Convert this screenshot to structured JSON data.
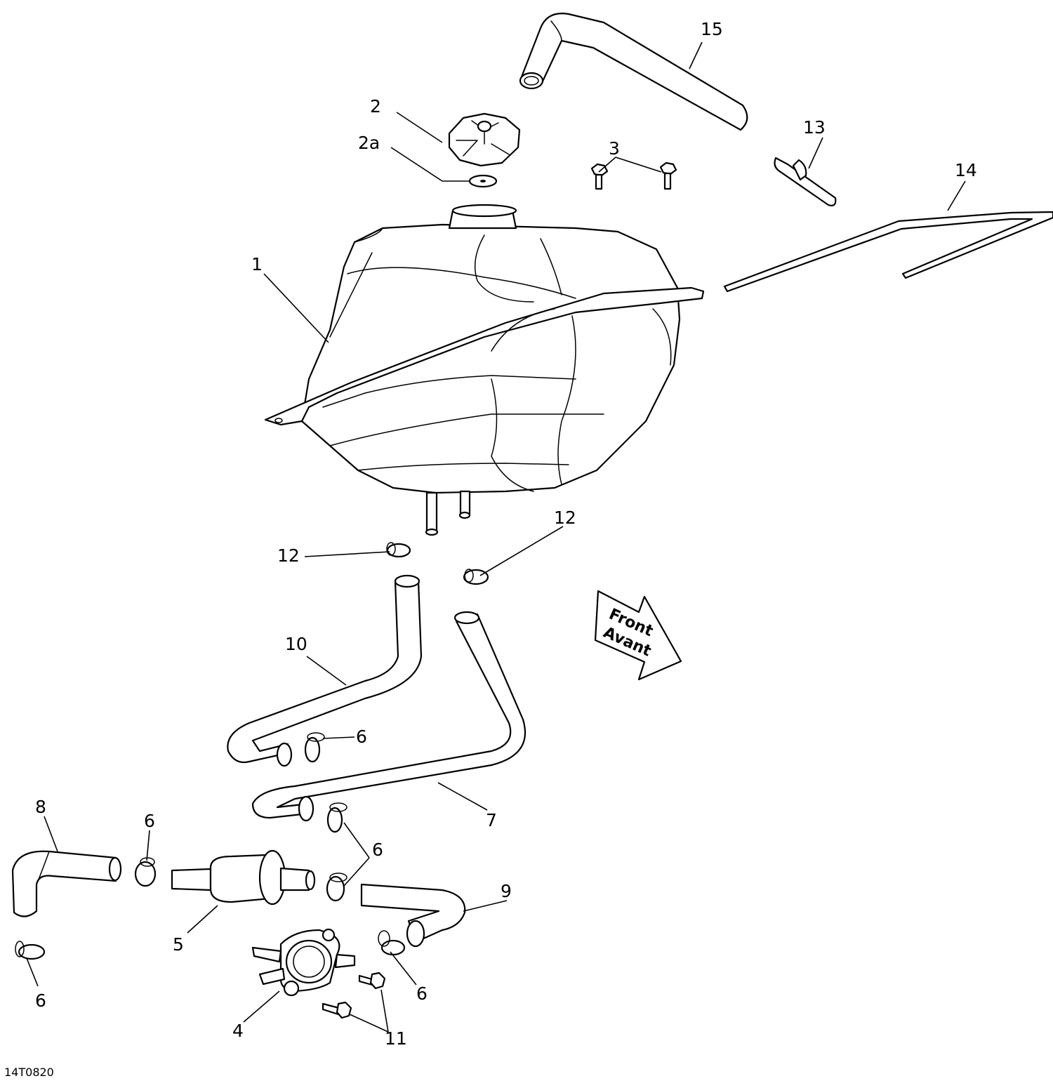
{
  "figure_id": "14T0820",
  "direction_arrow": {
    "line1": "Front",
    "line2": "Avant"
  },
  "callouts": [
    {
      "key": "c1",
      "label": "1"
    },
    {
      "key": "c2",
      "label": "2"
    },
    {
      "key": "c2a",
      "label": "2a"
    },
    {
      "key": "c3",
      "label": "3"
    },
    {
      "key": "c4",
      "label": "4"
    },
    {
      "key": "c5",
      "label": "5"
    },
    {
      "key": "c6a",
      "label": "6"
    },
    {
      "key": "c6b",
      "label": "6"
    },
    {
      "key": "c6c",
      "label": "6"
    },
    {
      "key": "c6d",
      "label": "6"
    },
    {
      "key": "c6e",
      "label": "6"
    },
    {
      "key": "c7",
      "label": "7"
    },
    {
      "key": "c8",
      "label": "8"
    },
    {
      "key": "c9",
      "label": "9"
    },
    {
      "key": "c10",
      "label": "10"
    },
    {
      "key": "c11",
      "label": "11"
    },
    {
      "key": "c12a",
      "label": "12"
    },
    {
      "key": "c12b",
      "label": "12"
    },
    {
      "key": "c13",
      "label": "13"
    },
    {
      "key": "c14",
      "label": "14"
    },
    {
      "key": "c15",
      "label": "15"
    }
  ]
}
